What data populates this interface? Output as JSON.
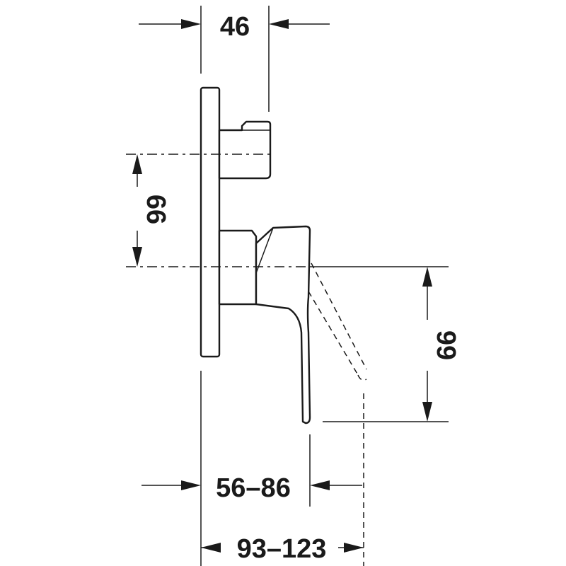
{
  "dimensions": {
    "top_width": "46",
    "vertical_spacing": "66",
    "lever_drop": "99",
    "lever_reach": "56–86",
    "overall_depth": "93–123"
  }
}
